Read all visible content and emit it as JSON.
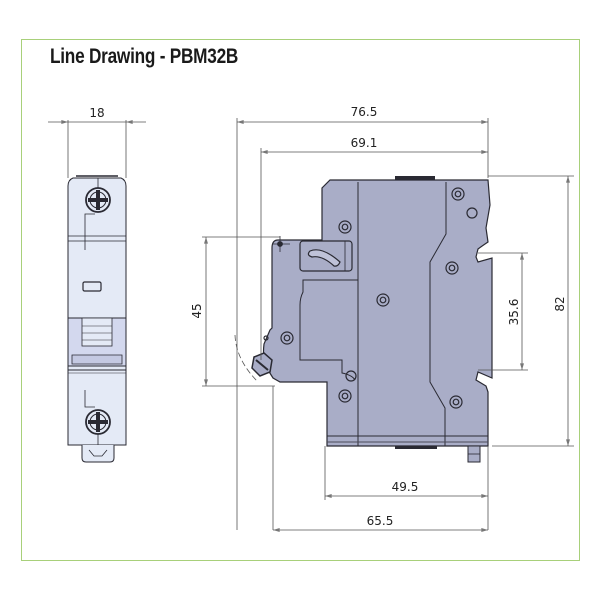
{
  "title": "Line Drawing - PBM32B",
  "colors": {
    "frame_border": "#a8d07a",
    "front_body_fill": "#e4eaf6",
    "side_body_fill": "#a9adc7",
    "outline": "#2a2a33",
    "dimension_line": "#555555"
  },
  "front_view": {
    "width_dimension": "18"
  },
  "side_view": {
    "dimensions": {
      "overall_width_top": "76.5",
      "body_width_top": "69.1",
      "height_left": "45",
      "din_rail": "35.6",
      "overall_height": "82",
      "width_bottom_inner": "49.5",
      "width_bottom_outer": "65.5"
    }
  }
}
